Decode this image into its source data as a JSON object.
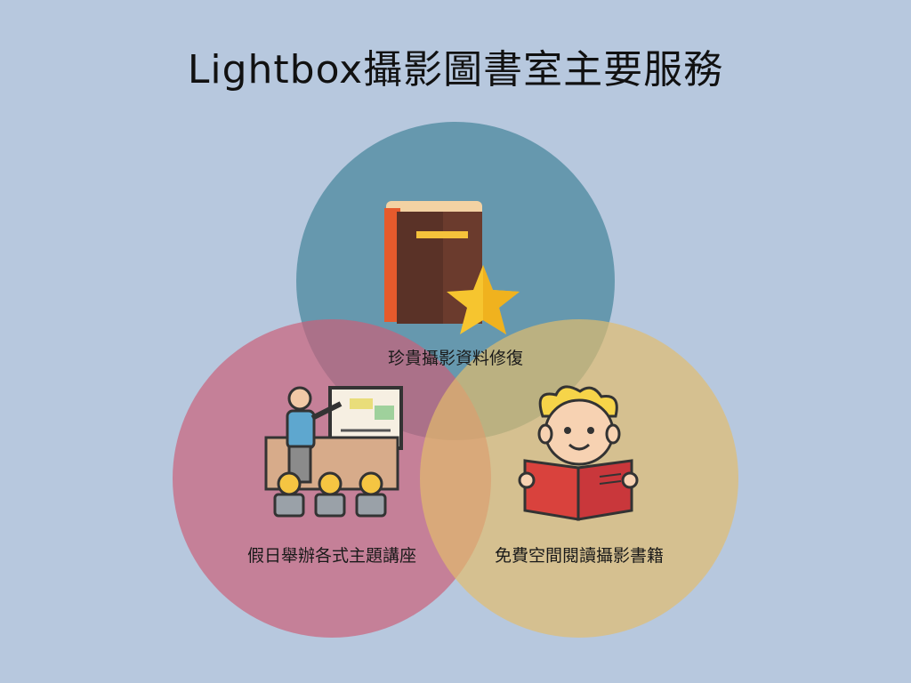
{
  "title": "Lightbox攝影圖書室主要服務",
  "services": {
    "top": {
      "label": "珍貴攝影資料修復",
      "icon": "book-star-icon",
      "color": "#4f8aa0"
    },
    "left": {
      "label": "假日舉辦各式主題講座",
      "icon": "lecture-presenter-icon",
      "color": "#c85a73"
    },
    "right": {
      "label": "免費空間閱讀攝影書籍",
      "icon": "reading-boy-icon",
      "color": "#dcb96a"
    }
  }
}
